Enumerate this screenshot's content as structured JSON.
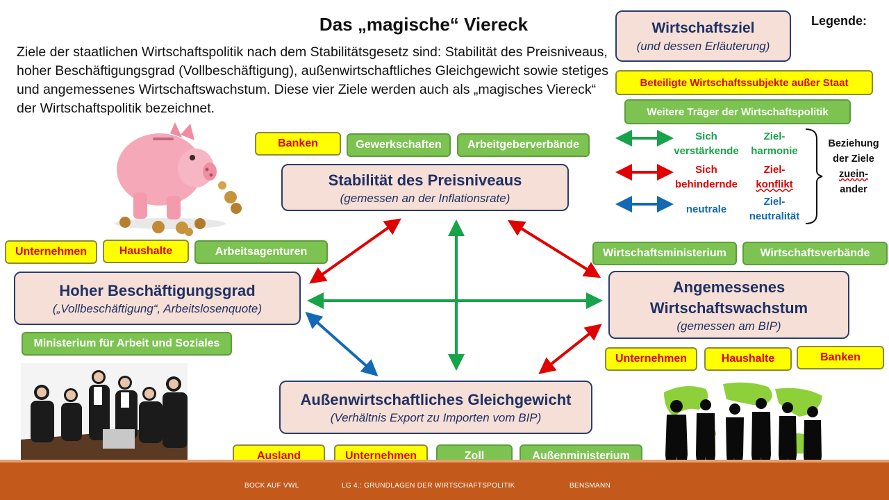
{
  "title": "Das „magische“ Viereck",
  "intro": "Ziele der staatlichen Wirtschaftspolitik nach dem Stabilitätsgesetz sind: Stabilität des Preisniveaus, hoher Beschäftigungsgrad (Vollbeschäftigung), außenwirtschaftliches Gleichgewicht sowie stetiges und angemessenes Wirtschaftswachstum. Diese vier Ziele werden auch als „magisches Viereck“ der Wirtschaftspolitik bezeichnet.",
  "legend": {
    "title": "Legende:",
    "goal_name": "Wirtschaftsziel",
    "goal_sub": "(und dessen Erläuterung)",
    "yellow_label": "Beteiligte Wirtschaftssubjekte außer Staat",
    "green_label": "Weitere Träger der Wirtschaftspolitik",
    "rows": [
      {
        "color": "#17a34a",
        "desc_1": "Sich",
        "desc_2": "verstärkende",
        "kind_1": "Ziel-",
        "kind_2": "harmonie"
      },
      {
        "color": "#e00000",
        "desc_1": "Sich",
        "desc_2": "behindernde",
        "kind_1": "Ziel-",
        "kind_2": "konflikt"
      },
      {
        "color": "#1469b4",
        "desc_1": "neutrale",
        "desc_2": "",
        "kind_1": "Ziel-",
        "kind_2": "neutralität"
      }
    ],
    "side_1": "Beziehung",
    "side_2": "der Ziele",
    "side_3": "zuein-",
    "side_4": "ander"
  },
  "goals": {
    "top": {
      "name": "Stabilität des Preisniveaus",
      "sub": "(gemessen an der Inflationsrate)"
    },
    "left": {
      "name": "Hoher Beschäftigungsgrad",
      "sub": "(„Vollbeschäftigung“, Arbeitslosenquote)"
    },
    "right": {
      "name_1": "Angemessenes",
      "name_2": "Wirtschaftswachstum",
      "sub": "(gemessen am BIP)"
    },
    "bottom": {
      "name": "Außenwirtschaftliches Gleichgewicht",
      "sub": "(Verhältnis Export zu Importen vom BIP)"
    }
  },
  "tags": {
    "top": [
      "Banken",
      "Gewerkschaften",
      "Arbeitgeberverbände"
    ],
    "left_top": [
      "Unternehmen",
      "Haushalte",
      "Arbeitsagenturen"
    ],
    "left_bottom": [
      "Ministerium für Arbeit und Soziales"
    ],
    "right_top": [
      "Wirtschaftsministerium",
      "Wirtschaftsverbände"
    ],
    "right_bottom": [
      "Unternehmen",
      "Haushalte",
      "Banken"
    ],
    "bottom": [
      "Ausland",
      "Unternehmen",
      "Zoll",
      "Außenministerium"
    ]
  },
  "relations": [
    {
      "from": "top",
      "to": "left",
      "color": "#e00000"
    },
    {
      "from": "top",
      "to": "right",
      "color": "#e00000"
    },
    {
      "from": "top",
      "to": "bottom",
      "color": "#17a34a"
    },
    {
      "from": "left",
      "to": "right",
      "color": "#17a34a"
    },
    {
      "from": "left",
      "to": "bottom",
      "color": "#1469b4"
    },
    {
      "from": "right",
      "to": "bottom",
      "color": "#e00000"
    }
  ],
  "footer": {
    "left": "BOCK AUF VWL",
    "center": "LG 4.: GRUNDLAGEN DER WIRTSCHAFTSPOLITIK",
    "right": "BENSMANN"
  }
}
